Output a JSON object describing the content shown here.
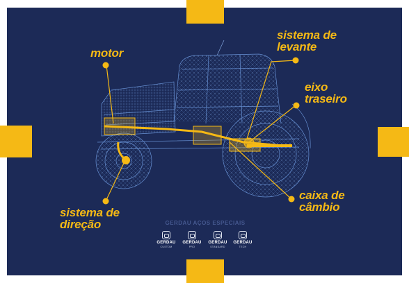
{
  "labels": {
    "motor": "motor",
    "sistema_de_levante": "sistema de\nlevante",
    "eixo_traseiro": "eixo\ntraseiro",
    "caixa_de_cambio": "caixa de\ncâmbio",
    "sistema_de_direcao": "sistema de\ndireção"
  },
  "brand": {
    "title": "GERDAU AÇOS ESPECIAIS",
    "logos": [
      {
        "word": "GERDAU",
        "sub": "CUSTOM"
      },
      {
        "word": "GERDAU",
        "sub": "PRO"
      },
      {
        "word": "GERDAU",
        "sub": "STANDARD"
      },
      {
        "word": "GERDAU",
        "sub": "TECH"
      }
    ]
  },
  "colors": {
    "background": "#1c2a57",
    "accent": "#f5b915",
    "wireframe": "#6f9be0"
  }
}
